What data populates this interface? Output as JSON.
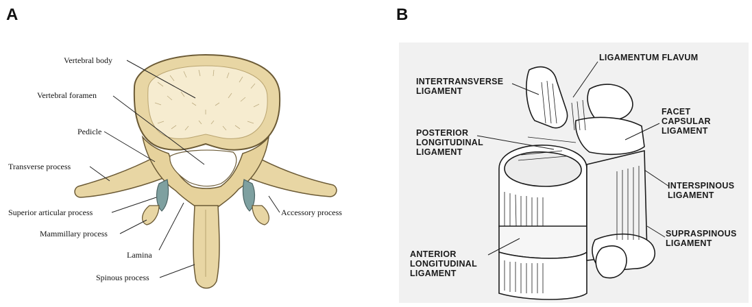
{
  "panels": {
    "a": {
      "letter": "A",
      "labels": {
        "vertebral_body": "Vertebral body",
        "vertebral_foramen": "Vertebral foramen",
        "pedicle": "Pedicle",
        "transverse_process": "Transverse process",
        "superior_articular_process": "Superior articular process",
        "mammillary_process": "Mammillary process",
        "lamina": "Lamina",
        "spinous_process": "Spinous process",
        "accessory_process": "Accessory process"
      }
    },
    "b": {
      "letter": "B",
      "labels": {
        "ligamentum_flavum": [
          "LIGAMENTUM FLAVUM"
        ],
        "intertransverse": [
          "INTERTRANSVERSE",
          "LIGAMENT"
        ],
        "facet_capsular": [
          "FACET",
          "CAPSULAR",
          "LIGAMENT"
        ],
        "posterior_longitudinal": [
          "POSTERIOR",
          "LONGITUDINAL",
          "LIGAMENT"
        ],
        "interspinous": [
          "INTERSPINOUS",
          "LIGAMENT"
        ],
        "supraspinous": [
          "SUPRASPINOUS",
          "LIGAMENT"
        ],
        "anterior_longitudinal": [
          "ANTERIOR",
          "LONGITUDINAL",
          "LIGAMENT"
        ]
      }
    }
  },
  "colors": {
    "bone": "#e8d6a4",
    "bone_edge": "#6b5a35",
    "cancellous": "#f6ecd0",
    "cartilage": "#7ea0a0",
    "drawing_ink": "#1a1a1a"
  }
}
